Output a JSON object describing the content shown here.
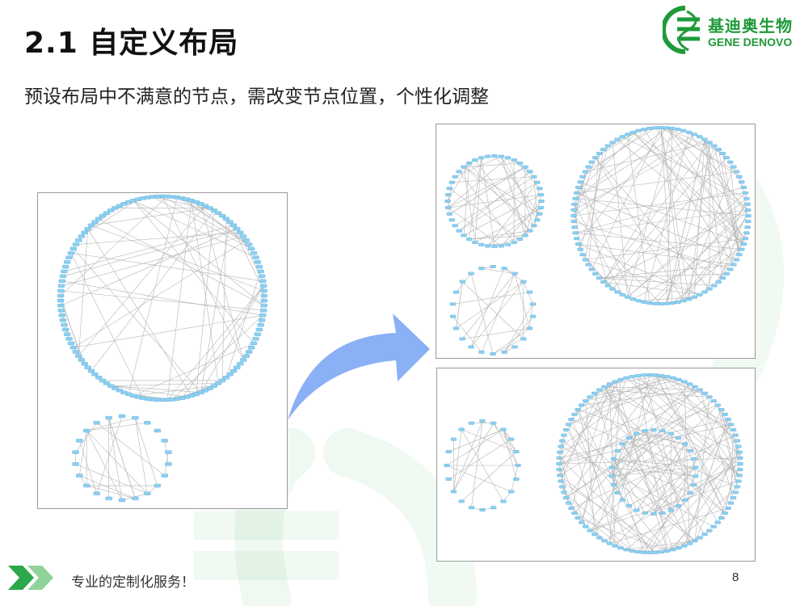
{
  "slide": {
    "title": "2.1 自定义布局",
    "subtitle": "预设布局中不满意的节点，需改变节点位置，个性化调整",
    "footer_text": "专业的定制化服务！",
    "page_number": "8"
  },
  "logo": {
    "name_cn": "基迪奥生物",
    "name_en": "GENE DENOVO",
    "color": "#1f9a3a"
  },
  "colors": {
    "node_fill": "#8ecff0",
    "node_stroke": "#5aaedc",
    "edge": "#b5b5b5",
    "arrow": "#8ab0f5",
    "accent_green": "#2aa84a"
  },
  "icons": {
    "footer": "double-chevron-right-icon",
    "logo": "dna-helix-logo-icon"
  }
}
